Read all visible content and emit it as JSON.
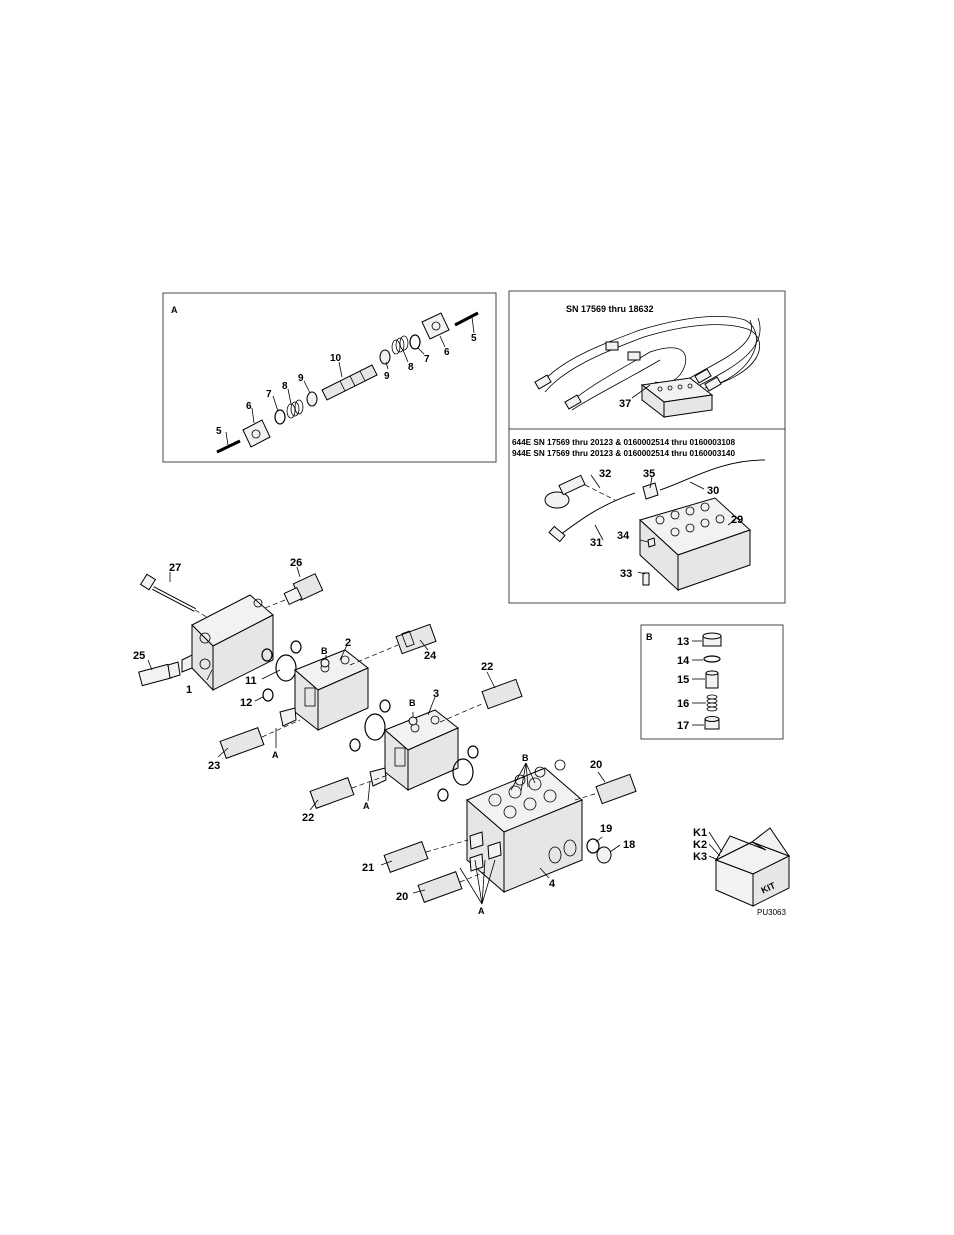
{
  "drawing_code": "PU3063",
  "detail_a": {
    "title": "A"
  },
  "detail_b": {
    "title": "B"
  },
  "hose_upper": {
    "serial_note": "SN 17569 thru 18632"
  },
  "hose_lower": {
    "serial_note_1": "644E SN 17569 thru 20123 & 0160002514 thru 0160003108",
    "serial_note_2": "944E SN 17569 thru 20123 & 0160002514 thru 0160003140"
  },
  "kit": {
    "labels": [
      "K1",
      "K2",
      "K3"
    ],
    "box_text": "KIT"
  },
  "callouts": {
    "c1": "1",
    "c2": "2",
    "c3": "3",
    "c4": "4",
    "c5a": "5",
    "c5b": "5",
    "c6a": "6",
    "c6b": "6",
    "c7a": "7",
    "c7b": "7",
    "c8a": "8",
    "c8b": "8",
    "c9a": "9",
    "c9b": "9",
    "c10": "10",
    "c11": "11",
    "c12": "12",
    "c13": "13",
    "c14": "14",
    "c15": "15",
    "c16": "16",
    "c17": "17",
    "c18": "18",
    "c19": "19",
    "c20a": "20",
    "c20b": "20",
    "c21": "21",
    "c22a": "22",
    "c22b": "22",
    "c23": "23",
    "c24": "24",
    "c25": "25",
    "c26": "26",
    "c27": "27",
    "c29": "29",
    "c30": "30",
    "c31": "31",
    "c32": "32",
    "c33": "33",
    "c34": "34",
    "c35": "35",
    "c37": "37"
  },
  "markers": {
    "a1": "A",
    "a2": "A",
    "a3": "A",
    "b1": "B",
    "b2": "B",
    "b3": "B"
  }
}
